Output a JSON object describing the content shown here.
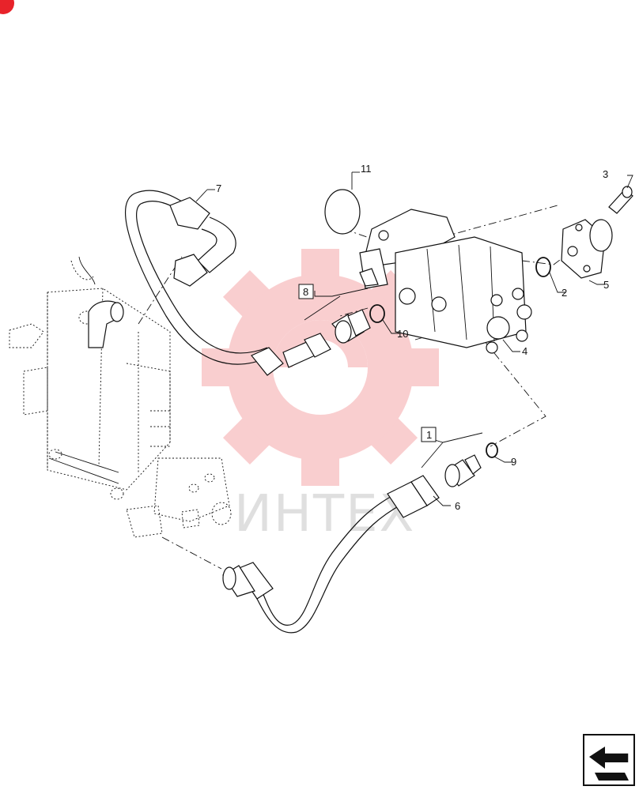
{
  "watermark": {
    "text": "ИНТЕХ",
    "color": "#e8232a"
  },
  "callouts": {
    "c1": "1",
    "c2": "2",
    "c3": "3",
    "c4": "4",
    "c5": "5",
    "c6": "6",
    "c7": "7",
    "c8": "8",
    "c9": "9",
    "c10": "10",
    "c11": "11"
  },
  "icons": {
    "corner_badge": "red-badge-icon",
    "navigation": "previous-page-arrow-icon"
  }
}
